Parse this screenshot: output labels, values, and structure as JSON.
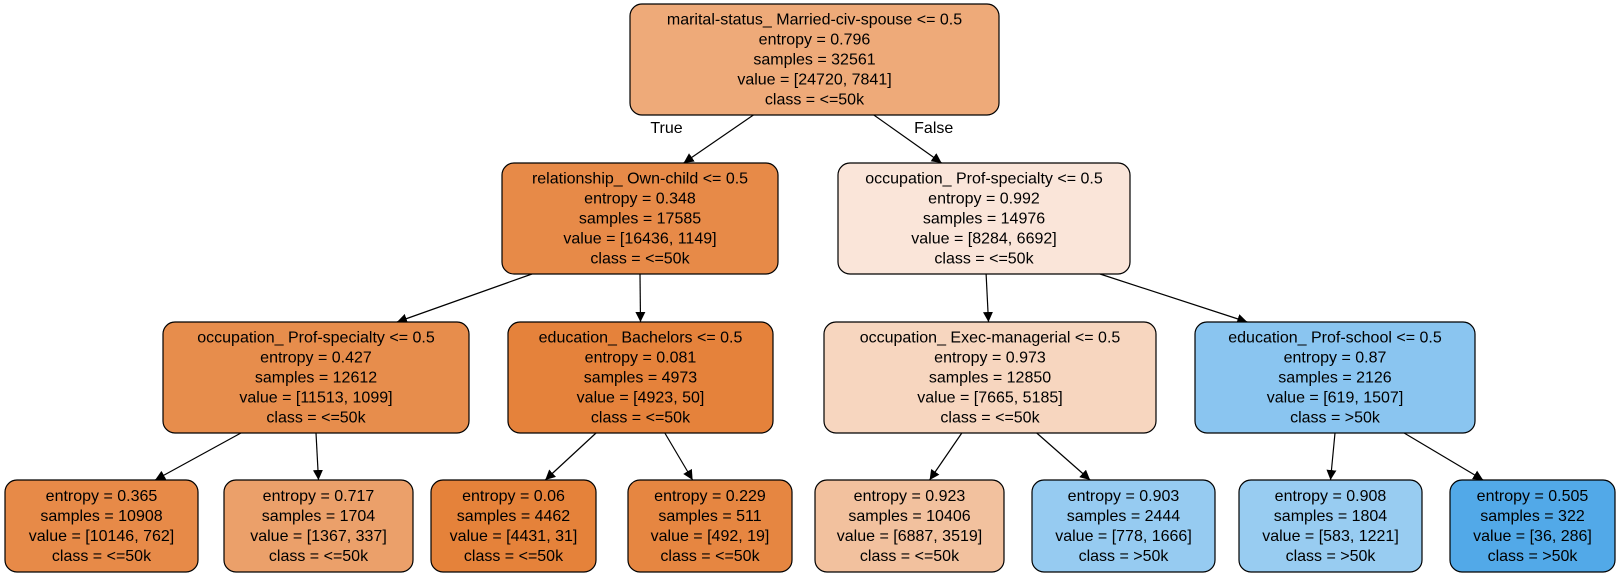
{
  "nodes": [
    {
      "id": "n0",
      "lines": [
        "marital-status_ Married-civ-spouse <= 0.5",
        "entropy = 0.796",
        "samples = 32561",
        "value = [24720, 7841]",
        "class = <=50k"
      ],
      "fill": "#eeaa79"
    },
    {
      "id": "n1",
      "lines": [
        "relationship_ Own-child <= 0.5",
        "entropy = 0.348",
        "samples = 17585",
        "value = [16436, 1149]",
        "class = <=50k"
      ],
      "fill": "#e78a48"
    },
    {
      "id": "n2",
      "lines": [
        "occupation_ Prof-specialty <= 0.5",
        "entropy = 0.992",
        "samples = 14976",
        "value = [8284, 6692]",
        "class = <=50k"
      ],
      "fill": "#fae5d9"
    },
    {
      "id": "n3",
      "lines": [
        "occupation_ Prof-specialty <= 0.5",
        "entropy = 0.427",
        "samples = 12612",
        "value = [11513, 1099]",
        "class = <=50k"
      ],
      "fill": "#e78d4c"
    },
    {
      "id": "n4",
      "lines": [
        "education_ Bachelors <= 0.5",
        "entropy = 0.081",
        "samples = 4973",
        "value = [4923, 50]",
        "class = <=50k"
      ],
      "fill": "#e5823b"
    },
    {
      "id": "n5",
      "lines": [
        "occupation_ Exec-managerial <= 0.5",
        "entropy = 0.973",
        "samples = 12850",
        "value = [7665, 5185]",
        "class = <=50k"
      ],
      "fill": "#f7d6bf"
    },
    {
      "id": "n6",
      "lines": [
        "education_ Prof-school <= 0.5",
        "entropy = 0.87",
        "samples = 2126",
        "value = [619, 1507]",
        "class = >50k"
      ],
      "fill": "#8ac5f0"
    },
    {
      "id": "n7",
      "lines": [
        "entropy = 0.365",
        "samples = 10908",
        "value = [10146, 762]",
        "class = <=50k"
      ],
      "fill": "#e78a48"
    },
    {
      "id": "n8",
      "lines": [
        "entropy = 0.717",
        "samples = 1704",
        "value = [1367, 337]",
        "class = <=50k"
      ],
      "fill": "#eba06a"
    },
    {
      "id": "n9",
      "lines": [
        "entropy = 0.06",
        "samples = 4462",
        "value = [4431, 31]",
        "class = <=50k"
      ],
      "fill": "#e5823a"
    },
    {
      "id": "n10",
      "lines": [
        "entropy = 0.229",
        "samples = 511",
        "value = [492, 19]",
        "class = <=50k"
      ],
      "fill": "#e68641"
    },
    {
      "id": "n11",
      "lines": [
        "entropy = 0.923",
        "samples = 10406",
        "value = [6887, 3519]",
        "class = <=50k"
      ],
      "fill": "#f2c19e"
    },
    {
      "id": "n12",
      "lines": [
        "entropy = 0.903",
        "samples = 2444",
        "value = [778, 1666]",
        "class = >50k"
      ],
      "fill": "#96cbf1"
    },
    {
      "id": "n13",
      "lines": [
        "entropy = 0.908",
        "samples = 1804",
        "value = [583, 1221]",
        "class = >50k"
      ],
      "fill": "#98ccf1"
    },
    {
      "id": "n14",
      "lines": [
        "entropy = 0.505",
        "samples = 322",
        "value = [36, 286]",
        "class = >50k"
      ],
      "fill": "#52a9e8"
    }
  ],
  "edges": [
    {
      "from": "n0",
      "to": "n1",
      "label": "True"
    },
    {
      "from": "n0",
      "to": "n2",
      "label": "False"
    },
    {
      "from": "n1",
      "to": "n3",
      "label": ""
    },
    {
      "from": "n1",
      "to": "n4",
      "label": ""
    },
    {
      "from": "n2",
      "to": "n5",
      "label": ""
    },
    {
      "from": "n2",
      "to": "n6",
      "label": ""
    },
    {
      "from": "n3",
      "to": "n7",
      "label": ""
    },
    {
      "from": "n3",
      "to": "n8",
      "label": ""
    },
    {
      "from": "n4",
      "to": "n9",
      "label": ""
    },
    {
      "from": "n4",
      "to": "n10",
      "label": ""
    },
    {
      "from": "n5",
      "to": "n11",
      "label": ""
    },
    {
      "from": "n5",
      "to": "n12",
      "label": ""
    },
    {
      "from": "n6",
      "to": "n13",
      "label": ""
    },
    {
      "from": "n6",
      "to": "n14",
      "label": ""
    }
  ]
}
